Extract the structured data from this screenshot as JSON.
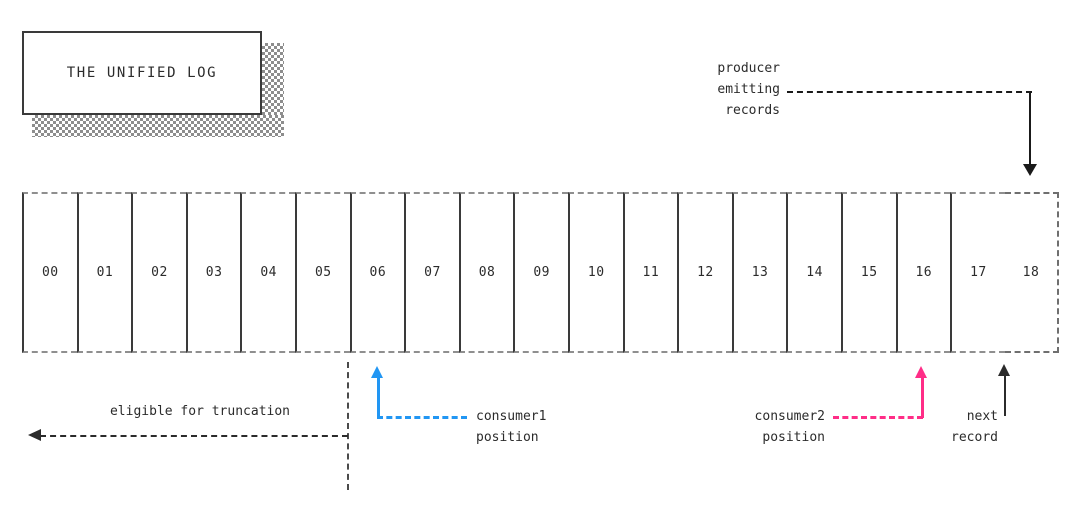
{
  "diagram": {
    "title": "THE UNIFIED LOG",
    "type": "unified-log-timeline"
  },
  "log": {
    "cells": [
      {
        "label": "00",
        "state": "written"
      },
      {
        "label": "01",
        "state": "written"
      },
      {
        "label": "02",
        "state": "written"
      },
      {
        "label": "03",
        "state": "written"
      },
      {
        "label": "04",
        "state": "written"
      },
      {
        "label": "05",
        "state": "written"
      },
      {
        "label": "06",
        "state": "written"
      },
      {
        "label": "07",
        "state": "written"
      },
      {
        "label": "08",
        "state": "written"
      },
      {
        "label": "09",
        "state": "written"
      },
      {
        "label": "10",
        "state": "written"
      },
      {
        "label": "11",
        "state": "written"
      },
      {
        "label": "12",
        "state": "written"
      },
      {
        "label": "13",
        "state": "written"
      },
      {
        "label": "14",
        "state": "written"
      },
      {
        "label": "15",
        "state": "written"
      },
      {
        "label": "16",
        "state": "written"
      },
      {
        "label": "17",
        "state": "written"
      },
      {
        "label": "18",
        "state": "pending"
      }
    ]
  },
  "annotations": {
    "producer": {
      "label": "producer\nemitting\nrecords",
      "target_offset": "18",
      "color": "#1a1a1a"
    },
    "truncation": {
      "label": "eligible for truncation",
      "boundary_offset": "06",
      "color": "#2b2b2b"
    },
    "consumer1": {
      "label": "consumer1\nposition",
      "target_offset": "06",
      "color": "#2196f3"
    },
    "consumer2": {
      "label": "consumer2\nposition",
      "target_offset": "16",
      "color": "#ff2d87"
    },
    "next_record": {
      "label": "next\nrecord",
      "target_offset": "18",
      "color": "#2b2b2b"
    }
  },
  "colors": {
    "background": "#ffffff",
    "ink": "#2b2b2b",
    "cell_border": "#3a3a3a",
    "cell_dashed_border": "#8f8f8f",
    "consumer1": "#2196f3",
    "consumer2": "#ff2d87",
    "shadow_checker": "#8d8d8d"
  }
}
